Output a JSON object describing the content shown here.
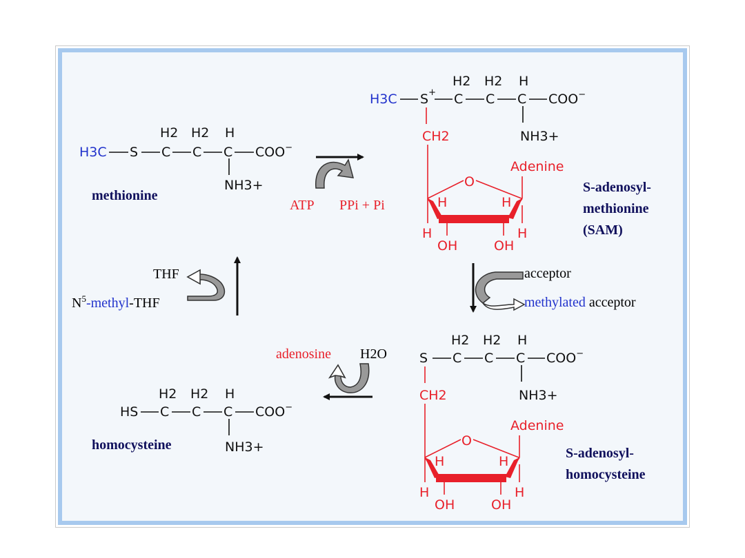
{
  "methionine": {
    "h3c": "H3C",
    "s": "S",
    "c1": "C",
    "c2": "C",
    "c3": "C",
    "h2a": "H2",
    "h2b": "H2",
    "h": "H",
    "coo": "COO",
    "coo_charge": "−",
    "nh3": "NH3+",
    "name": "methionine"
  },
  "step1": {
    "atp": "ATP",
    "ppi_pi": "PPi + Pi"
  },
  "sam": {
    "h3c": "H3C",
    "s": "S",
    "s_charge": "+",
    "ch2": "CH2",
    "h2a": "H2",
    "h2b": "H2",
    "h": "H",
    "c": "C",
    "coo": "COO",
    "coo_charge": "−",
    "nh3": "NH3+",
    "adenine": "Adenine",
    "o": "O",
    "oh1": "OH",
    "oh2": "OH",
    "h_ring": "H",
    "name_line1": "S-adenosyl-",
    "name_line2": "methionine",
    "name_line3": "(SAM)"
  },
  "step2": {
    "acceptor": "acceptor",
    "methylated": "methylated",
    "methylated_acceptor": " acceptor"
  },
  "sah": {
    "s": "S",
    "c": "C",
    "ch2": "CH2",
    "h2a": "H2",
    "h2b": "H2",
    "h": "H",
    "coo": "COO",
    "coo_charge": "−",
    "nh3": "NH3+",
    "adenine": "Adenine",
    "o": "O",
    "oh1": "OH",
    "oh2": "OH",
    "h_ring": "H",
    "name_line1": "S-adenosyl-",
    "name_line2": "homocysteine"
  },
  "step3": {
    "adenosine": "adenosine",
    "h2o": "H2O"
  },
  "homocysteine": {
    "hs": "HS",
    "c": "C",
    "h2a": "H2",
    "h2b": "H2",
    "h": "H",
    "coo": "COO",
    "coo_charge": "−",
    "nh3": "NH3+",
    "name": "homocysteine"
  },
  "step4": {
    "thf": "THF",
    "n5_prefix": "N",
    "n5_sup": "5",
    "methyl": "-methyl",
    "thf_suffix": "-THF"
  },
  "colors": {
    "panel_border": "#a7c9ee",
    "panel_bg": "#f3f7fb",
    "methyl_blue": "#2233cc",
    "adenosyl_red": "#e8202a",
    "label_navy": "#10105c"
  }
}
